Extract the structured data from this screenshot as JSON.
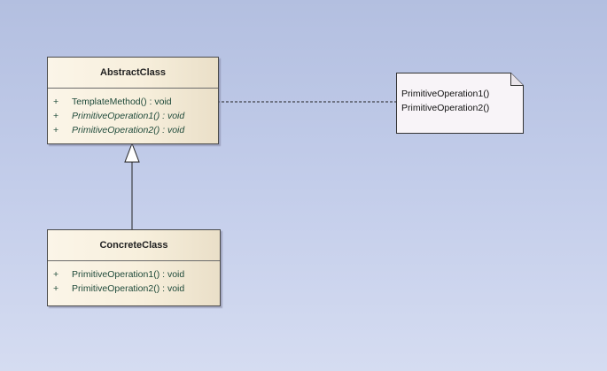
{
  "diagram": {
    "abstract_class": {
      "name": "AbstractClass",
      "operations": [
        {
          "visibility": "+",
          "signature": "TemplateMethod() : void",
          "abstract": false
        },
        {
          "visibility": "+",
          "signature": "PrimitiveOperation1() : void",
          "abstract": true
        },
        {
          "visibility": "+",
          "signature": "PrimitiveOperation2() : void",
          "abstract": true
        }
      ]
    },
    "concrete_class": {
      "name": "ConcreteClass",
      "operations": [
        {
          "visibility": "+",
          "signature": "PrimitiveOperation1() : void",
          "abstract": false
        },
        {
          "visibility": "+",
          "signature": "PrimitiveOperation2() : void",
          "abstract": false
        }
      ]
    },
    "note": {
      "lines": [
        "PrimitiveOperation1()",
        "PrimitiveOperation2()"
      ]
    },
    "relationships": [
      {
        "type": "generalization",
        "from": "concrete_class",
        "to": "abstract_class"
      },
      {
        "type": "note-link",
        "from": "abstract_class",
        "to": "note"
      }
    ],
    "colors": {
      "background_top": "#b3bfe0",
      "background_bottom": "#d5dcf1",
      "class_fill": "#f7efdc",
      "operation_text": "#1f4a3a"
    }
  }
}
